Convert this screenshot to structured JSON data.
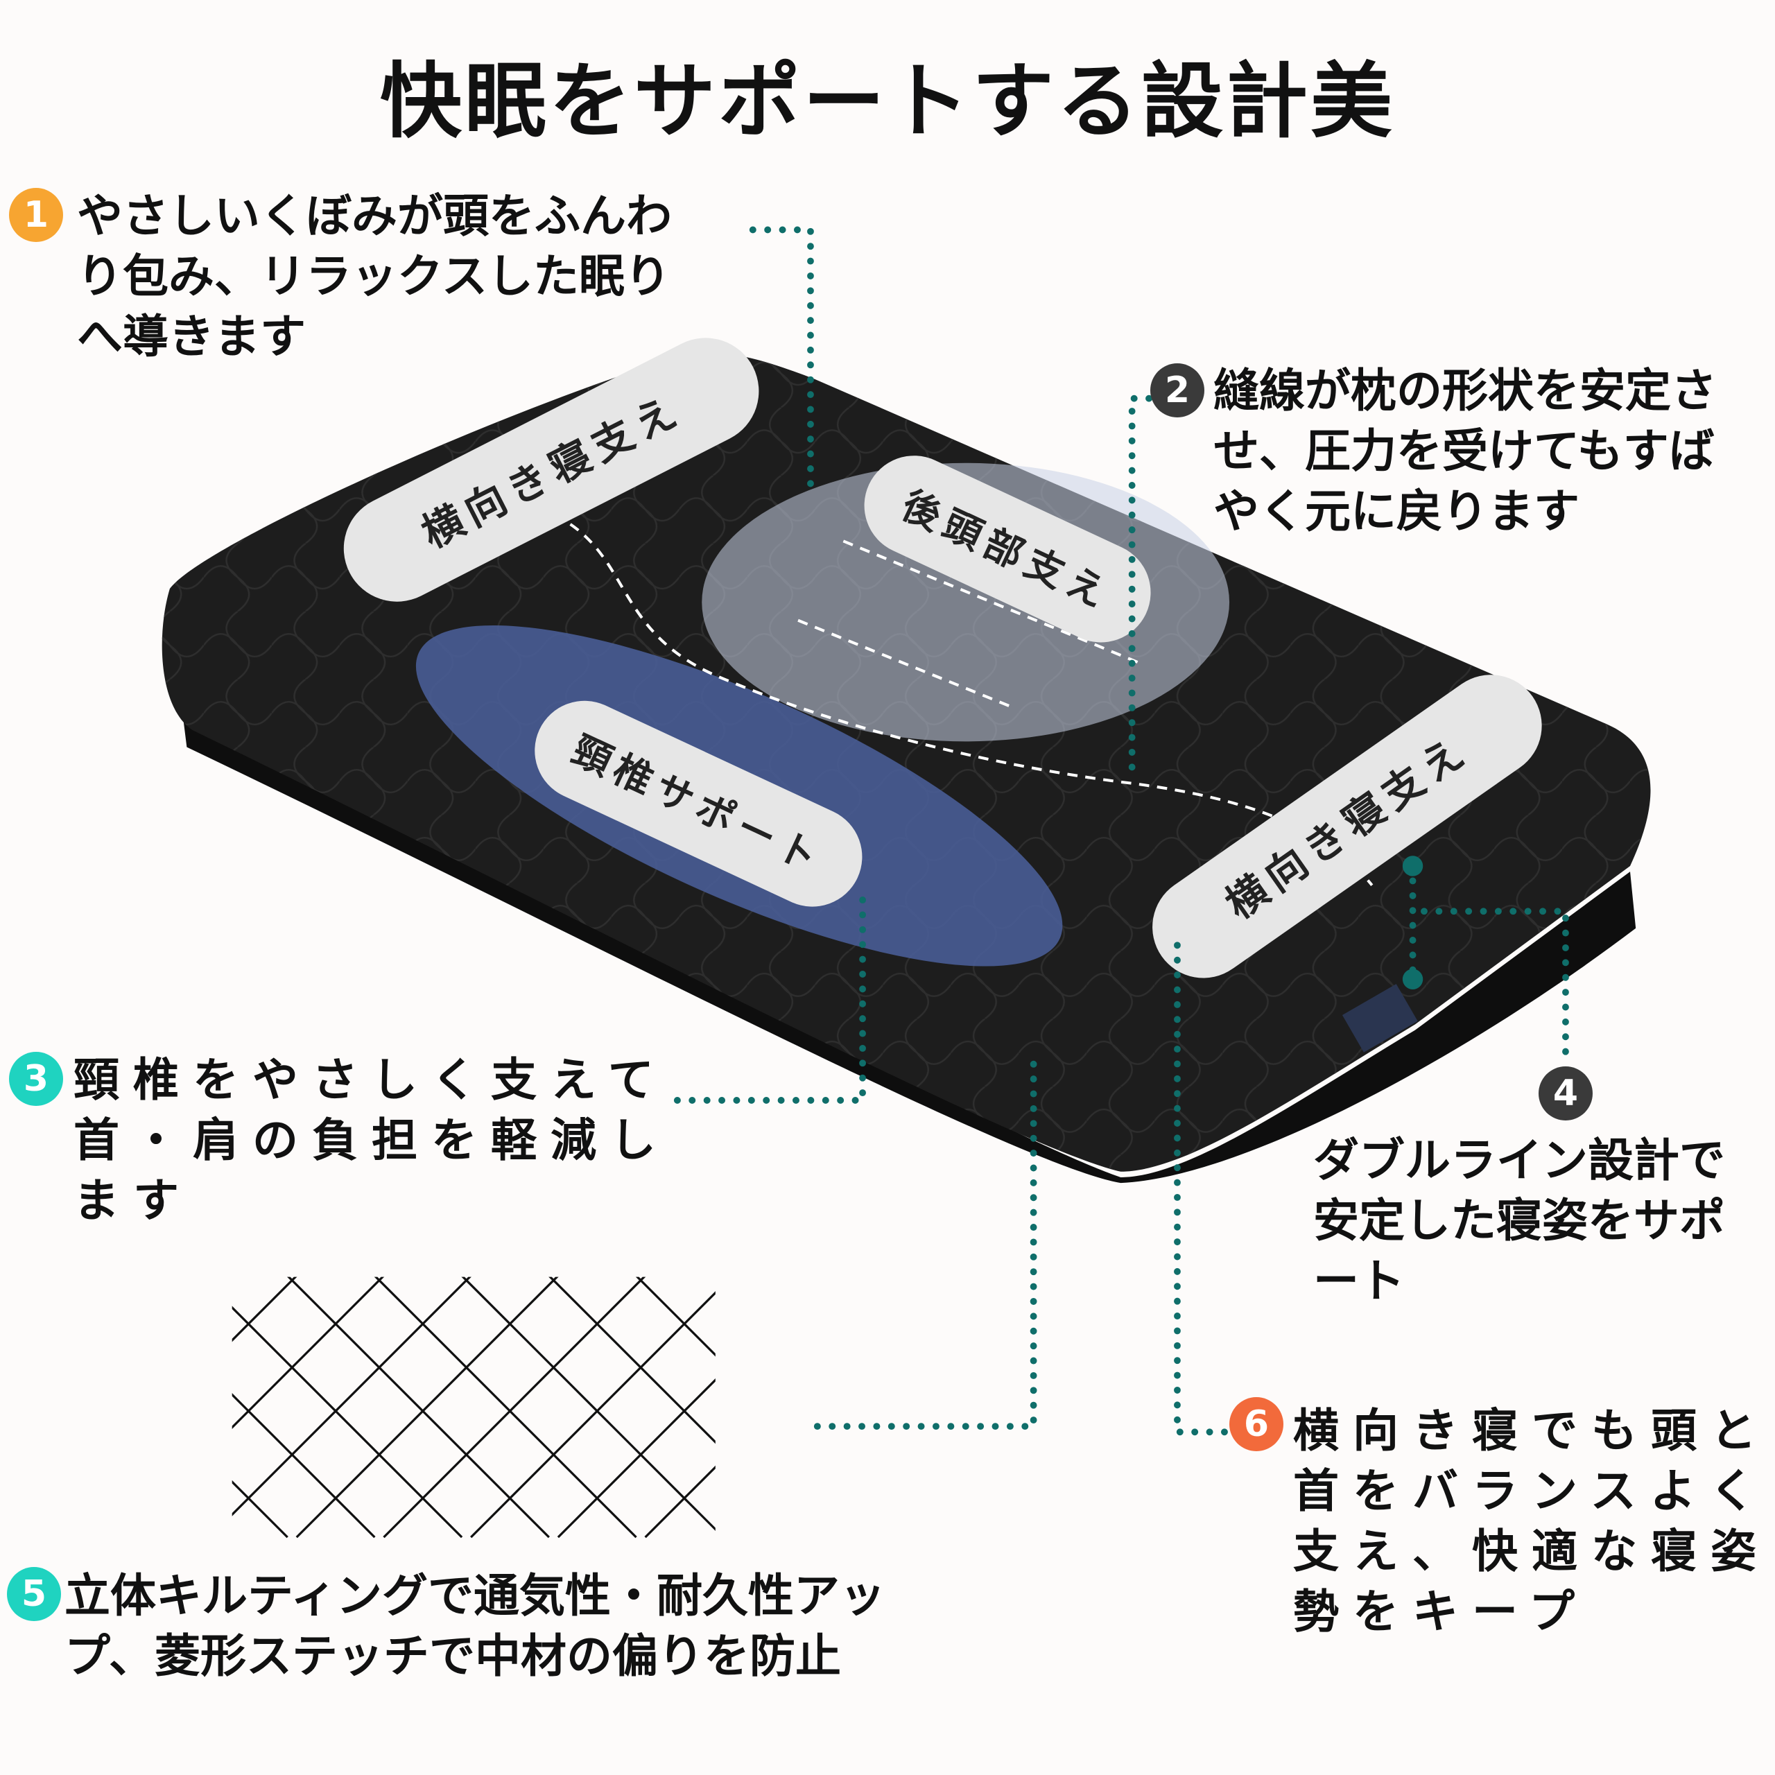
{
  "title": "快眠をサポートする設計美",
  "colors": {
    "accent_teal": "#0f6e6a",
    "badge1": "#f7a531",
    "badge2": "#3a3a3a",
    "badge3": "#1fd3c0",
    "badge4": "#3a3a3a",
    "badge5": "#1fd3c0",
    "badge6": "#f26a3b"
  },
  "pillow_labels": {
    "side_left": "横向き寝支え",
    "occipital": "後頭部支え",
    "cervical": "頸椎サポート",
    "side_right": "横向き寝支え"
  },
  "notes": [
    {
      "num": "1",
      "lines": [
        "やさしいくぼみが頭をふんわ",
        "り包み、リラックスした眠り",
        "へ導きます"
      ]
    },
    {
      "num": "2",
      "lines": [
        "縫線が枕の形状を安定さ",
        "せ、圧力を受けてもすば",
        "やく元に戻ります"
      ]
    },
    {
      "num": "3",
      "lines": [
        "頸椎をやさしく支えて",
        "首・肩の負担を軽減し",
        "ます"
      ]
    },
    {
      "num": "4",
      "lines": [
        "ダブルライン設計で",
        "安定した寝姿をサポ",
        "ート"
      ]
    },
    {
      "num": "5",
      "lines": [
        "立体キルティングで通気性・耐久性アッ",
        "プ、菱形ステッチで中材の偏りを防止"
      ]
    },
    {
      "num": "6",
      "lines": [
        "横向き寝でも頭と",
        "首をバランスよく",
        "支え、快適な寝姿",
        "勢をキープ"
      ]
    }
  ]
}
